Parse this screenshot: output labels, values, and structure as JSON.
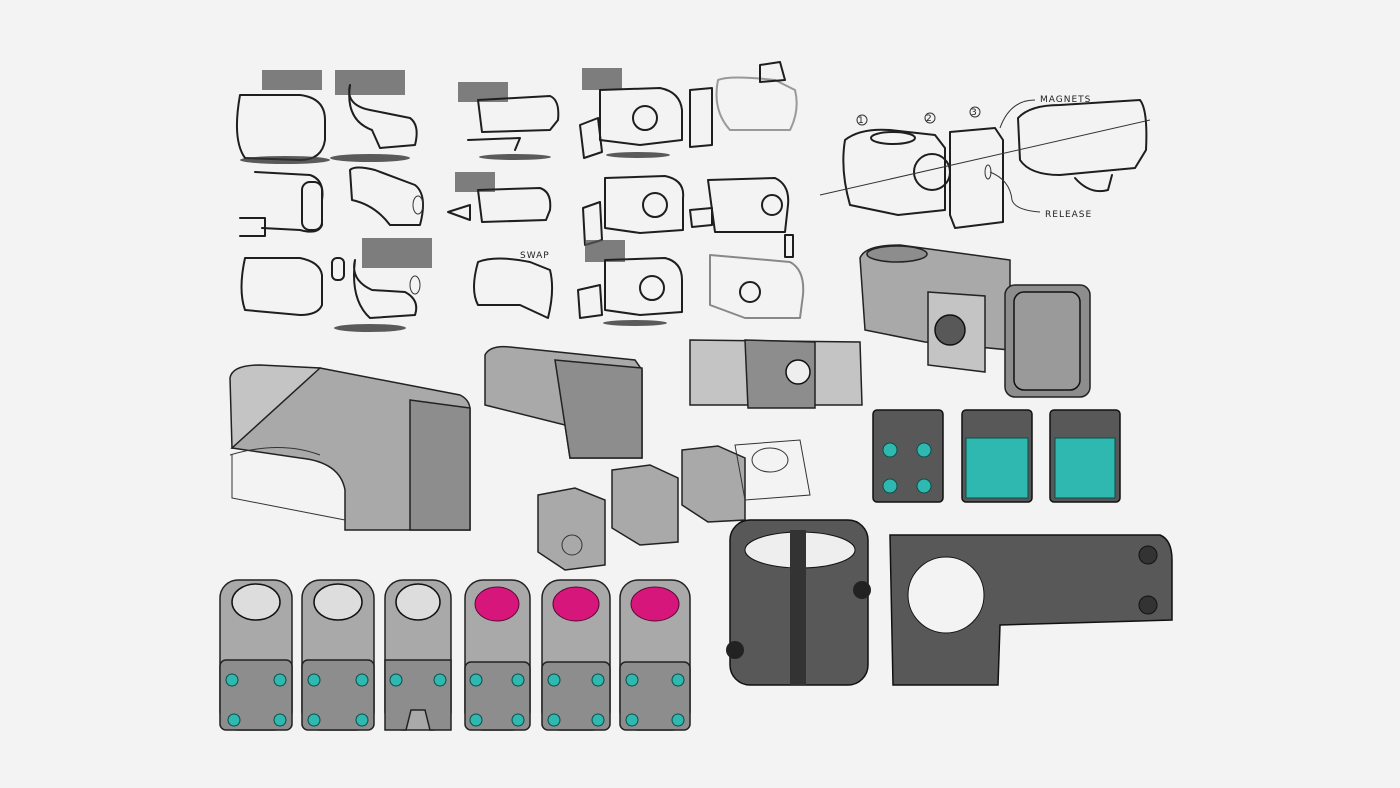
{
  "annotations": {
    "magnets": "MAGNETS",
    "release": "RELEASE",
    "swap": "SWAP",
    "step_1": "1",
    "step_2": "2",
    "step_3": "3"
  },
  "colors": {
    "background": "#f3f3f3",
    "render_grey": "#8d8d8d",
    "bolt_teal": "#2fb8b0",
    "bore_magenta": "#d6167a"
  }
}
